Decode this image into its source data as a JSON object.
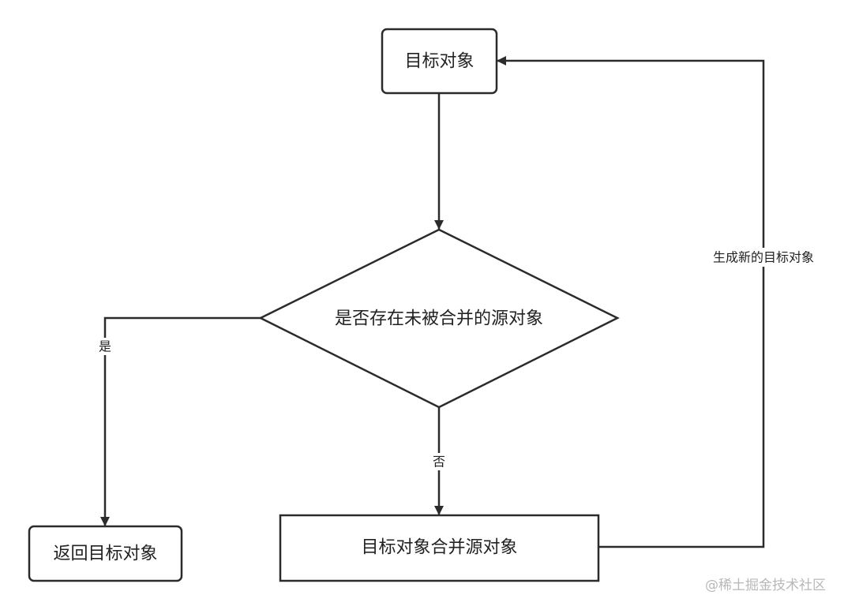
{
  "nodes": {
    "target_object": "目标对象",
    "decision": "是否存在未被合并的源对象",
    "return_target": "返回目标对象",
    "merge": "目标对象合并源对象"
  },
  "edges": {
    "yes": "是",
    "no": "否",
    "generate_new": "生成新的目标对象"
  },
  "watermark": "@稀土掘金技术社区",
  "colors": {
    "stroke": "#2b2b2b",
    "text": "#222222",
    "watermark": "#b8b8b8"
  }
}
